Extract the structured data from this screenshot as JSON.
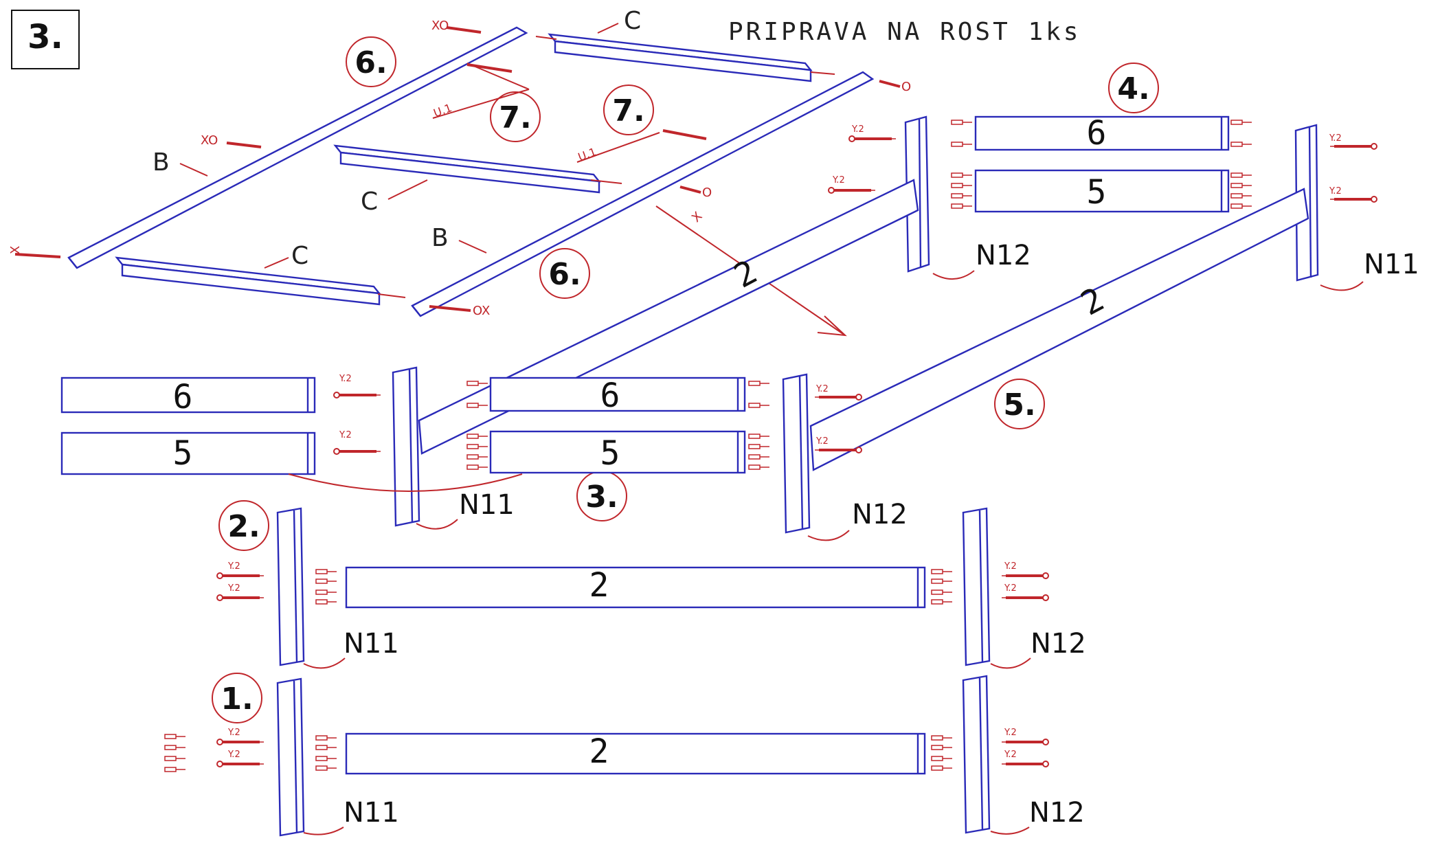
{
  "page": {
    "title": "PRIPRAVA NA ROST 1ks",
    "sheet_number": "3."
  },
  "steps": {
    "s1": "1.",
    "s2": "2.",
    "s3": "3.",
    "s4": "4.",
    "s5": "5.",
    "s6a": "6.",
    "s6b": "6.",
    "s7a": "7.",
    "s7b": "7."
  },
  "parts": {
    "board2": "2",
    "board5": "5",
    "board6": "6",
    "rail_b": "B",
    "rail_c": "C",
    "post_n11": "N11",
    "post_n12": "N12"
  },
  "hardware": {
    "y2": "Y.2",
    "u1": "U.1",
    "x": "X",
    "xo": "XO",
    "o": "O",
    "ox": "OX"
  },
  "colors": {
    "part_outline": "#2a2ab8",
    "fastener": "#c0262b",
    "background": "#ffffff"
  }
}
